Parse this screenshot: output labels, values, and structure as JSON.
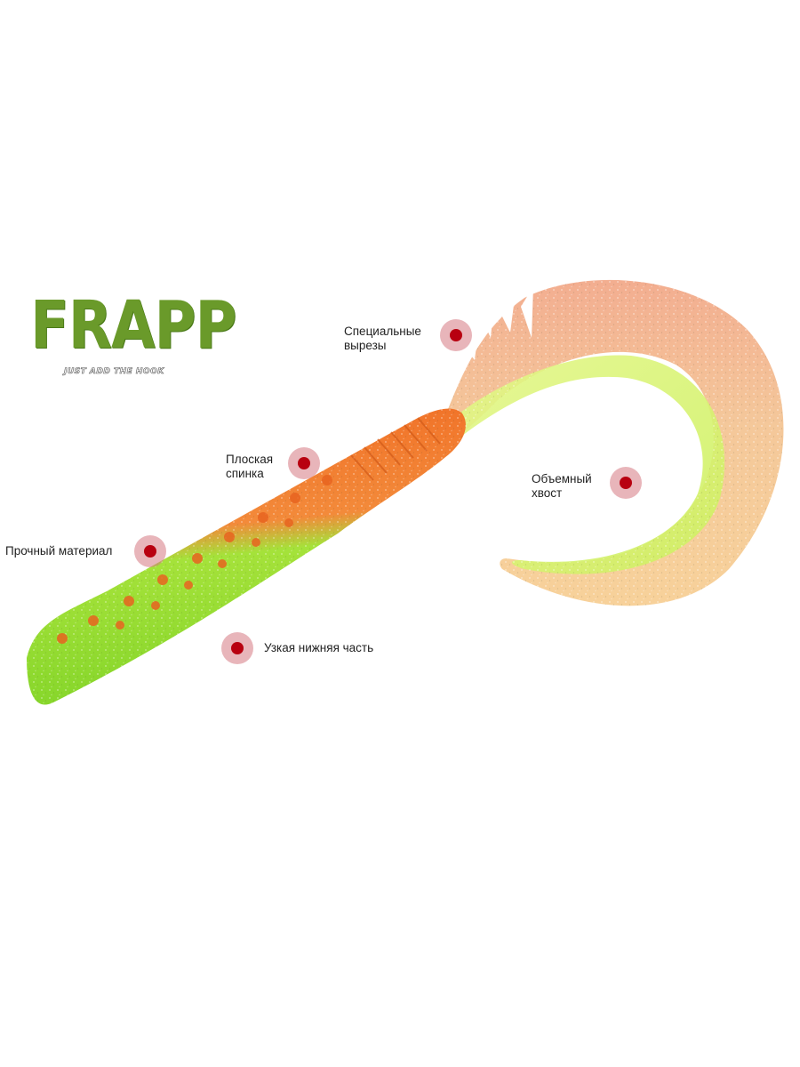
{
  "logo": {
    "brand": "FRAPP",
    "tagline": "JUST ADD THE HOOK",
    "brand_color": "#6a9a2a"
  },
  "colors": {
    "body_orange": "#f0782a",
    "body_green": "#9be02e",
    "tail_peach": "#f3b38a",
    "tail_lime": "#d9f57a",
    "marker_dot": "#b80010",
    "marker_halo": "#e4a0a8"
  },
  "callouts": [
    {
      "id": "cutouts",
      "lines": [
        "Специальные",
        "вырезы"
      ]
    },
    {
      "id": "flat-back",
      "lines": [
        "Плоская",
        "спинка"
      ]
    },
    {
      "id": "durable-material",
      "lines": [
        "Прочный материал"
      ]
    },
    {
      "id": "volume-tail",
      "lines": [
        "Объемный",
        "хвост"
      ]
    },
    {
      "id": "narrow-belly",
      "lines": [
        "Узкая нижняя часть"
      ]
    }
  ]
}
